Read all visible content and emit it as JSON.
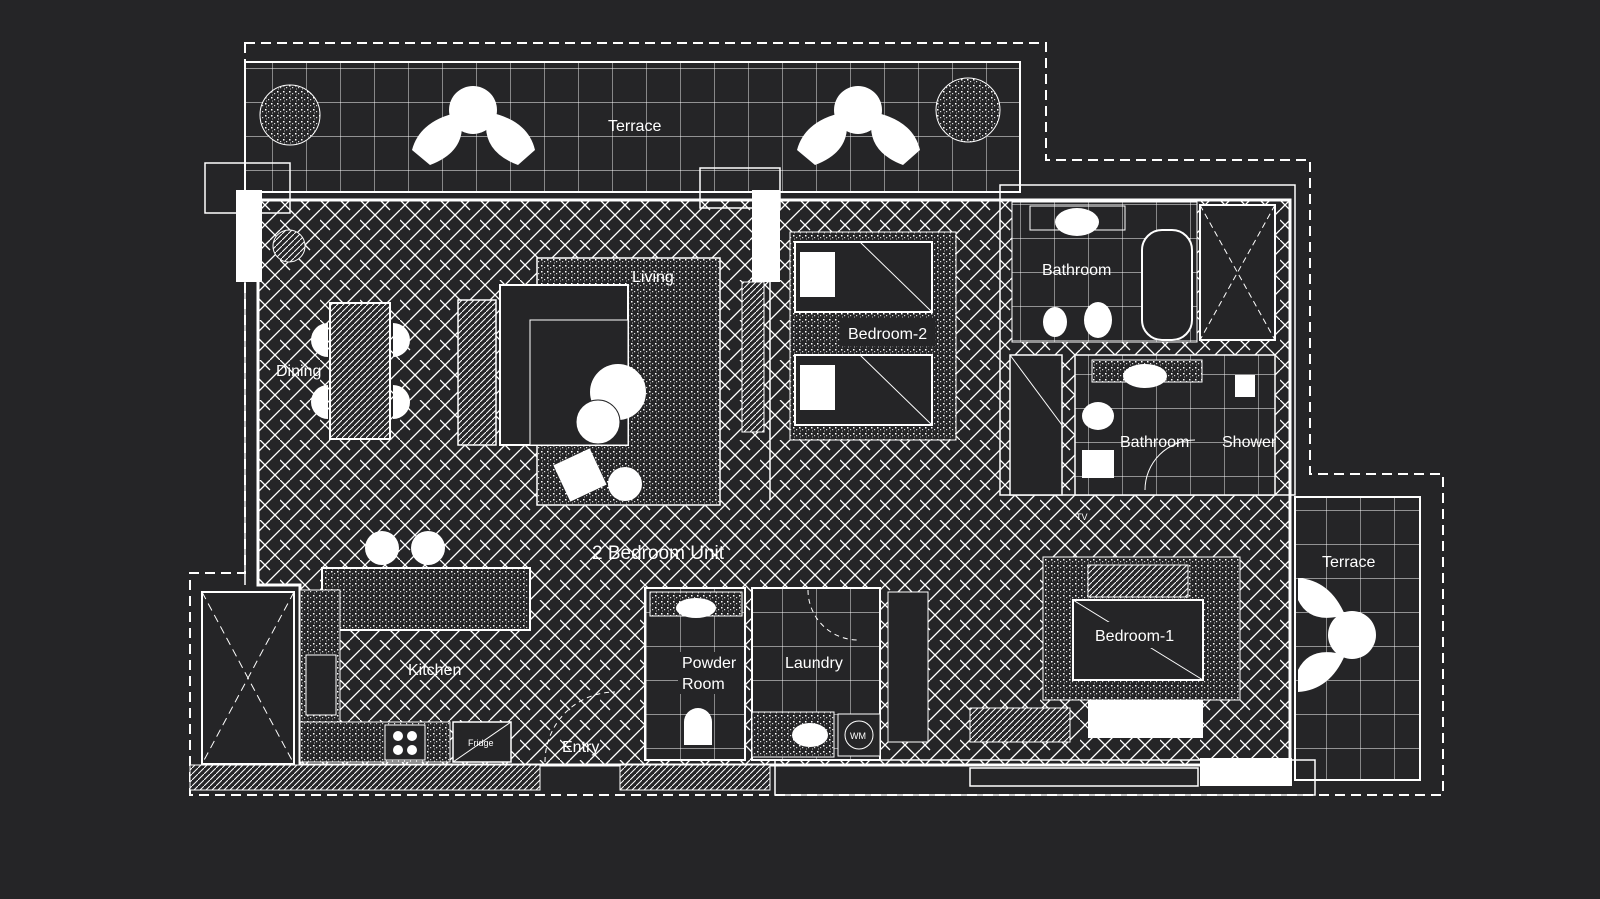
{
  "plan": {
    "title": "2 Bedroom Unit",
    "rooms": {
      "terrace_top": "Terrace",
      "living": "Living",
      "dining": "Dining",
      "bedroom2": "Bedroom-2",
      "bathroom_top": "Bathroom",
      "bathroom_bottom": "Bathroom",
      "shower": "Shower",
      "kitchen": "Kitchen",
      "powder_room_line1": "Powder",
      "powder_room_line2": "Room",
      "laundry": "Laundry",
      "bedroom1": "Bedroom-1",
      "terrace_right": "Terrace",
      "entry": "Entry"
    },
    "fixtures": {
      "fridge": "Fridge",
      "washing_machine": "WM",
      "tv": "TV"
    }
  },
  "colors": {
    "background": "#252527",
    "line": "#ffffff"
  }
}
